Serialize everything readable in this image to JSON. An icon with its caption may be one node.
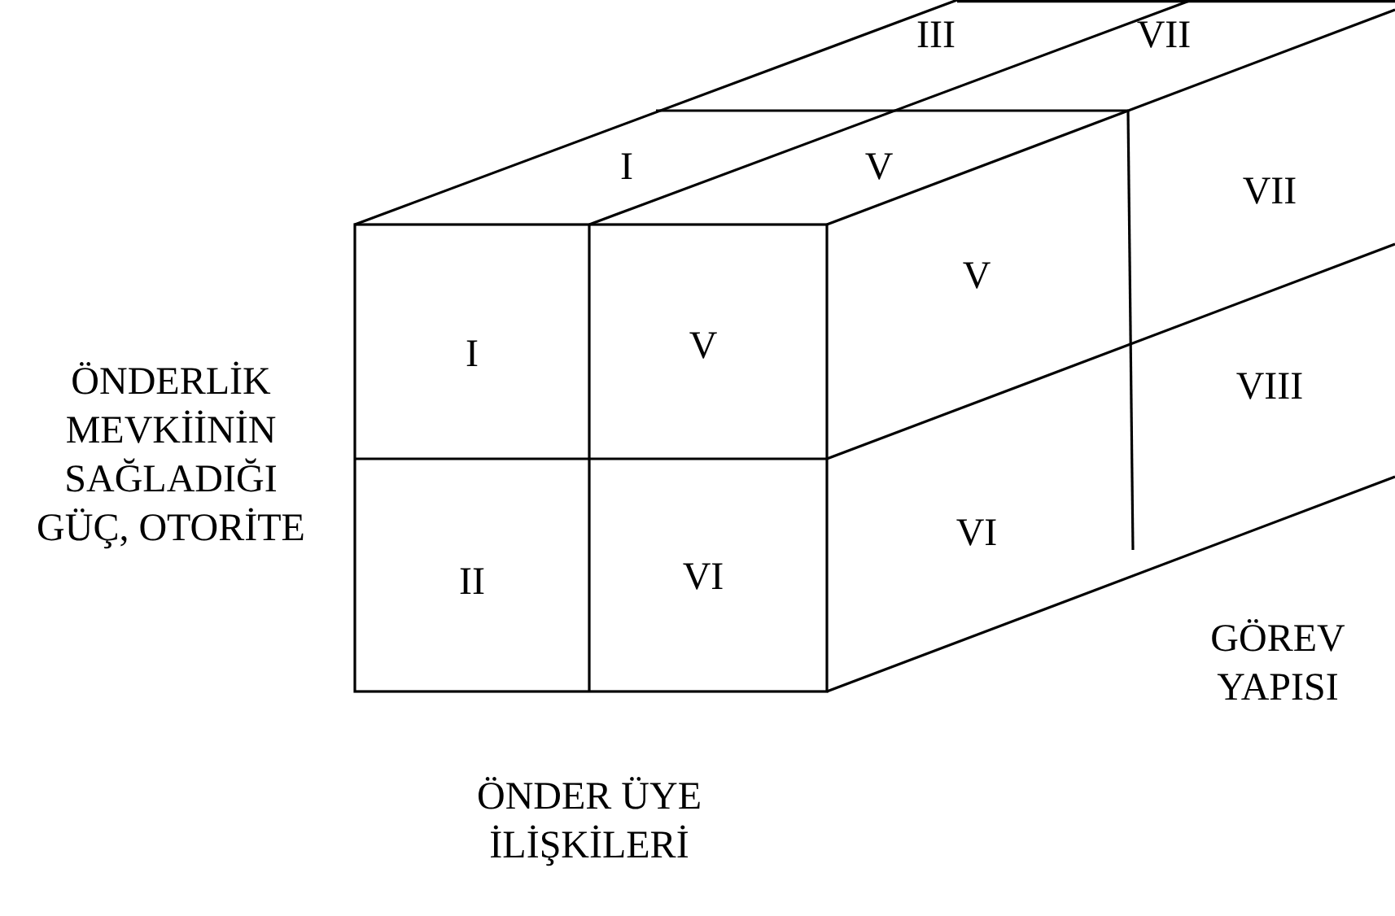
{
  "diagram": {
    "labels": [
      "III",
      "VII",
      "I",
      "V",
      "VII",
      "ÖNDERLİK MEVKİİNİN SAĞLADIĞI GÜÇ, OTORİTE",
      "V",
      "I",
      "V",
      "VIII",
      "VI",
      "II",
      "VI",
      "GÖREV YAPISI",
      "ÖNDER ÜYE İLİŞKİLERİ"
    ]
  }
}
